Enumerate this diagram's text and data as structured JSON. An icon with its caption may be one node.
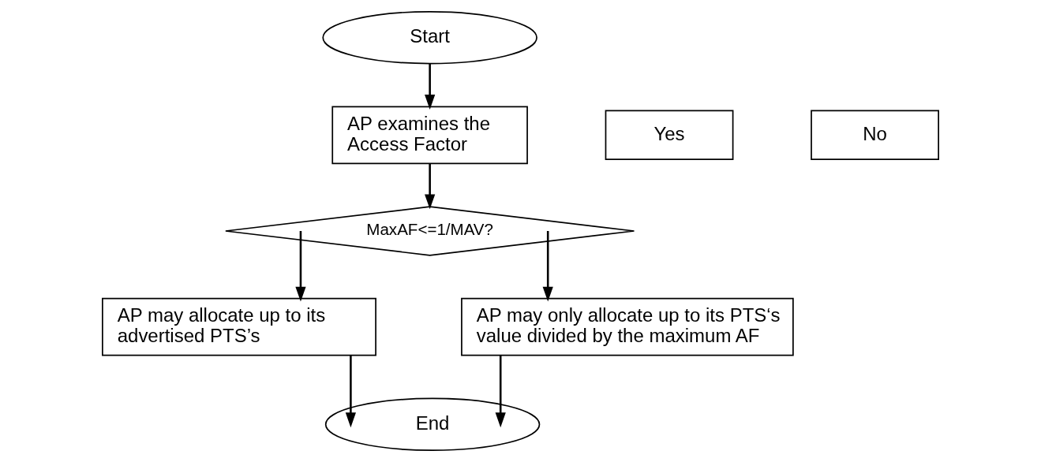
{
  "diagram": {
    "nodes": [
      {
        "text": [
          "Start"
        ]
      },
      {
        "text": [
          "AP examines the Access Factor"
        ]
      },
      {
        "text": [
          "MaxAF<=1/MAV?"
        ]
      },
      {
        "text": [
          "Yes"
        ]
      },
      {
        "text": [
          "No"
        ]
      },
      {
        "text": [
          "AP may allocate up to its advertised PTS’s"
        ]
      },
      {
        "text": [
          "AP may only allocate up to its PTS‘s value divided by the maximum AF"
        ]
      },
      {
        "text": [
          "End"
        ]
      }
    ],
    "edges": [
      {
        "from": 0,
        "to": 1,
        "arrow": "to"
      },
      {
        "from": 1,
        "to": 2,
        "arrow": "to"
      },
      {
        "from": 2,
        "to": 5,
        "arrow": "to"
      },
      {
        "from": 2,
        "to": 6,
        "arrow": "to"
      },
      {
        "from": 5,
        "to": 7,
        "arrow": "to"
      },
      {
        "from": 6,
        "to": 7,
        "arrow": "to"
      }
    ]
  }
}
